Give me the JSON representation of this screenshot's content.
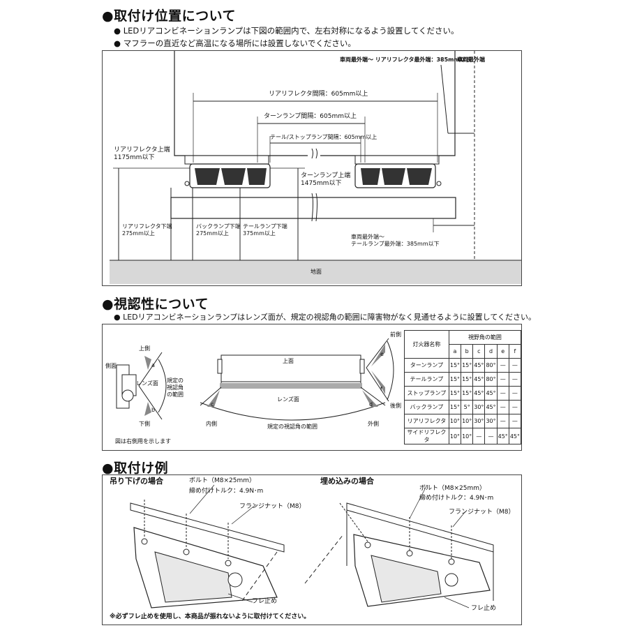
{
  "section1": {
    "title": "●取付け位置について",
    "bullets": [
      "● LEDリアコンビネーションランプは下図の範囲内で、左右対称になるよう設置してください。",
      "● マフラーの直近など高温になる場所には設置しないでください。"
    ],
    "labels": {
      "vehicle_outer_rr": "車両最外端～\nリアリフレクタ最外端：385mm以下",
      "vehicle_outer": "車両最外端",
      "rr_spacing": "リアリフレクタ間隔：605mm以上",
      "turn_spacing": "ターンランプ間隔：605mm以上",
      "tail_stop_spacing": "テール/ストップランプ間隔：605mm以上",
      "rr_top": "リアリフレクタ上端\n1175mm以下",
      "turn_top": "ターンランプ上端\n1475mm以下",
      "rr_bottom": "リアリフレクタ下端\n275mm以上",
      "back_bottom": "バックランプ下端\n275mm以上",
      "tail_bottom": "テールランプ下端\n375mm以上",
      "vehicle_outer_tail": "車両最外端～\nテールランプ最外端：385mm以下",
      "ground": "地面"
    }
  },
  "section2": {
    "title": "●視認性について",
    "bullets": [
      "● LEDリアコンビネーションランプはレンズ面が、規定の視認角の範囲に障害物がなく見通せるように設置してください。"
    ],
    "labels": {
      "side_face": "側面",
      "upper_side": "上側",
      "lower_side": "下側",
      "lens_face_v": "レンズ面",
      "range_v": "規定の\n視認角\nの範囲",
      "note": "図は右側用を示します",
      "top_face": "上面",
      "lens_face": "レンズ面",
      "inner": "内側",
      "outer": "外側",
      "front": "前側",
      "rear": "後側",
      "range_h": "規定の視認角の範囲",
      "a": "a",
      "b": "b",
      "c": "c",
      "d": "d",
      "e": "e",
      "f": "f"
    },
    "table": {
      "col_header_name": "灯火器名称",
      "col_header_angle": "視野角の範囲",
      "sub_headers": [
        "a",
        "b",
        "c",
        "d",
        "e",
        "f"
      ],
      "rows": [
        [
          "ターンランプ",
          "15°",
          "15°",
          "45°",
          "80°",
          "—",
          "—"
        ],
        [
          "テールランプ",
          "15°",
          "15°",
          "45°",
          "80°",
          "—",
          "—"
        ],
        [
          "ストップランプ",
          "15°",
          "15°",
          "45°",
          "45°",
          "—",
          "—"
        ],
        [
          "バックランプ",
          "15°",
          "5°",
          "30°",
          "45°",
          "—",
          "—"
        ],
        [
          "リアリフレクタ",
          "10°",
          "10°",
          "30°",
          "30°",
          "—",
          "—"
        ],
        [
          "サイドリフレクタ",
          "10°",
          "10°",
          "—",
          "—",
          "45°",
          "45°"
        ]
      ]
    }
  },
  "section3": {
    "title": "●取付け例",
    "hanging": {
      "title": "吊り下げの場合",
      "bolt": "ボルト（M8×25mm）",
      "torque": "締め付けトルク：4.9N･m",
      "nut": "フランジナット（M8）",
      "stopper": "フレ止め"
    },
    "embedded": {
      "title": "埋め込みの場合",
      "bolt": "ボルト（M8×25mm）",
      "torque": "締め付けトルク：4.9N･m",
      "nut": "フランジナット（M8）",
      "stopper": "フレ止め"
    },
    "note": "※必ずフレ止めを使用し、本商品が振れないように取付けてください。"
  }
}
